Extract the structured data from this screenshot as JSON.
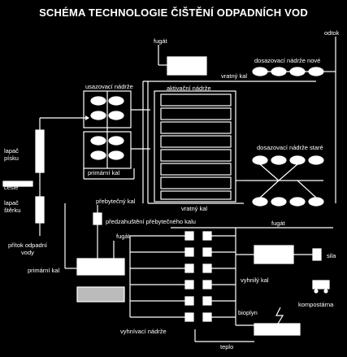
{
  "title": "SCHÉMA TECHNOLOGIE ČIŠTĚNÍ ODPADNÍCH VOD",
  "labels": {
    "fugat_top": "fugát",
    "odtok": "odtok",
    "usazovaci_nadrze": "usazovací nádrže",
    "aktivacni_nadrze": "aktivační nádrže",
    "vratny_kal_top": "vratný kal",
    "vratny_kal_bottom": "vratný kal",
    "dosazovaci_nove": "dosazovací nádrže nové",
    "dosazovaci_stare": "dosazovací nádrže staré",
    "lapac_pisku": "lapač\npísku",
    "cesle": "česle",
    "lapac_sterku": "lapač\nštěrku",
    "pritok": "přítok odpadní\nvody",
    "primarni_kal_upper": "primární kal",
    "primarni_kal_lower": "primární kal",
    "prebytecny_kal": "přebytečný kal",
    "predzahusteni": "předzahuštění přebytečného kalu",
    "fugat_mid": "fugát",
    "fugat_right": "fugát",
    "sila": "sila",
    "vyhnily_kal": "vyhnilý kal",
    "kompostarna": "kompostárna",
    "bioplyn": "bioplyn",
    "vyhnivaci_nadrze": "vyhnívací nádrže",
    "teplo": "teplo"
  }
}
